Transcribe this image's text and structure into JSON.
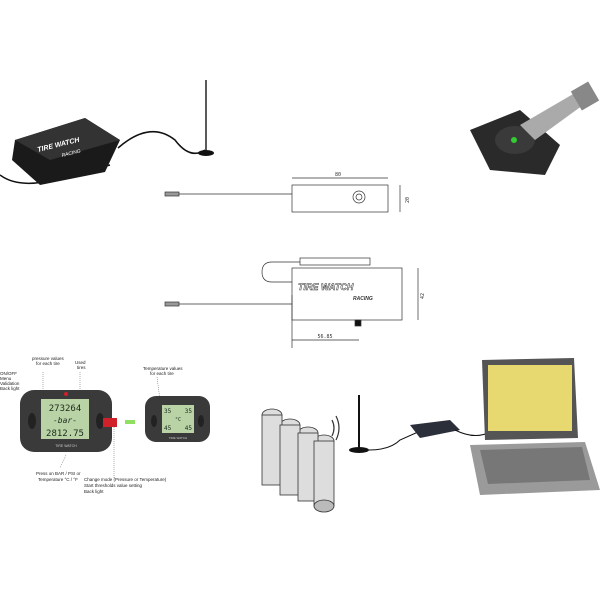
{
  "brand": {
    "name": "TIRE WATCH",
    "sub": "RACING"
  },
  "drawing": {
    "top_width": "80",
    "top_height": "20",
    "front_height": "42",
    "front_offset": "56.85"
  },
  "display_main": {
    "row1": "273264",
    "mode": "-bar-",
    "row2": "2812.75",
    "brand": "TIRE WATCH"
  },
  "display_temp": {
    "row1_left": "35",
    "row1_right": "35",
    "mode": "°C",
    "row2_left": "45",
    "row2_right": "45",
    "brand": "TIRE WATCH"
  },
  "callouts": {
    "onoff": [
      "ON/OFF",
      "Menu",
      "Validation",
      "Back light"
    ],
    "pressure": [
      "pressure values",
      "for each tire"
    ],
    "used": [
      "Used",
      "tires"
    ],
    "temperature": [
      "Temperature values",
      "for each tire"
    ],
    "press_unit": [
      "Press on BAR / PSI or",
      "Temperature °C / °F"
    ],
    "change_mode": [
      "Change mode (Pressure or Temperature)",
      "Start thresholds value setting",
      "Back light"
    ]
  },
  "colors": {
    "device": "#2b2b2b",
    "lcd": "#b9d3a6",
    "arrow_green": "#8fe060",
    "button_red": "#d0202a",
    "screen": "#e8d870"
  }
}
